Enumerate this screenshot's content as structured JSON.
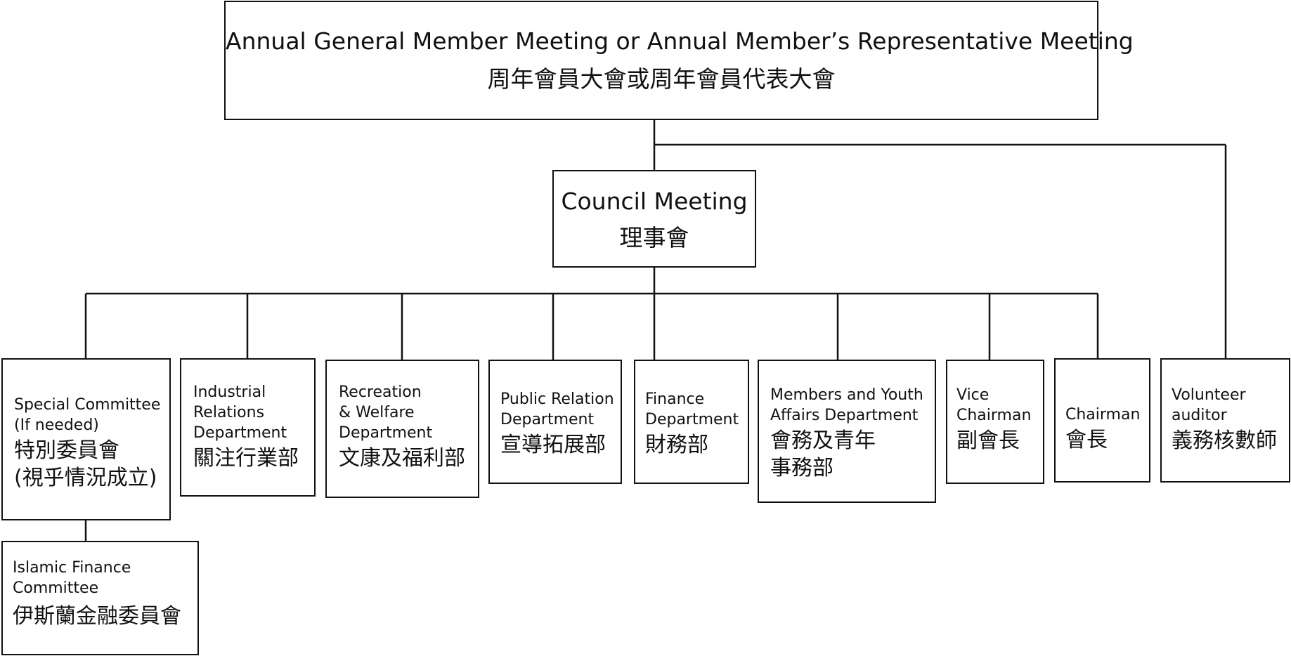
{
  "line_color": "#111111",
  "top": {
    "title_en": "Annual General Member Meeting or Annual Member’s  Representative Meeting",
    "title_zh": "周年會員大會或周年會員代表大會"
  },
  "council": {
    "title_en": "Council Meeting",
    "title_zh": "理事會"
  },
  "departments": {
    "special": {
      "en": "Special Committee\n(If needed)",
      "zh": "特別委員會\n(視乎情況成立)"
    },
    "industrial": {
      "en": "Industrial\nRelations\nDepartment",
      "zh": "關注行業部"
    },
    "recreation": {
      "en": "Recreation\n& Welfare\nDepartment",
      "zh": "文康及福利部"
    },
    "public_relation": {
      "en": "Public Relation\nDepartment",
      "zh": "宣導拓展部"
    },
    "finance": {
      "en": "Finance\nDepartment",
      "zh": "財務部"
    },
    "members_youth": {
      "en": "Members and Youth\nAffairs Department",
      "zh": "會務及青年\n事務部"
    },
    "vice_chairman": {
      "en": "Vice\nChairman",
      "zh": "副會長"
    },
    "chairman": {
      "en": "Chairman",
      "zh": "會長"
    },
    "auditor": {
      "en": "Volunteer\nauditor",
      "zh": "義務核數師"
    }
  },
  "islamic": {
    "en": "Islamic Finance\nCommittee",
    "zh": "伊斯蘭金融委員會"
  }
}
